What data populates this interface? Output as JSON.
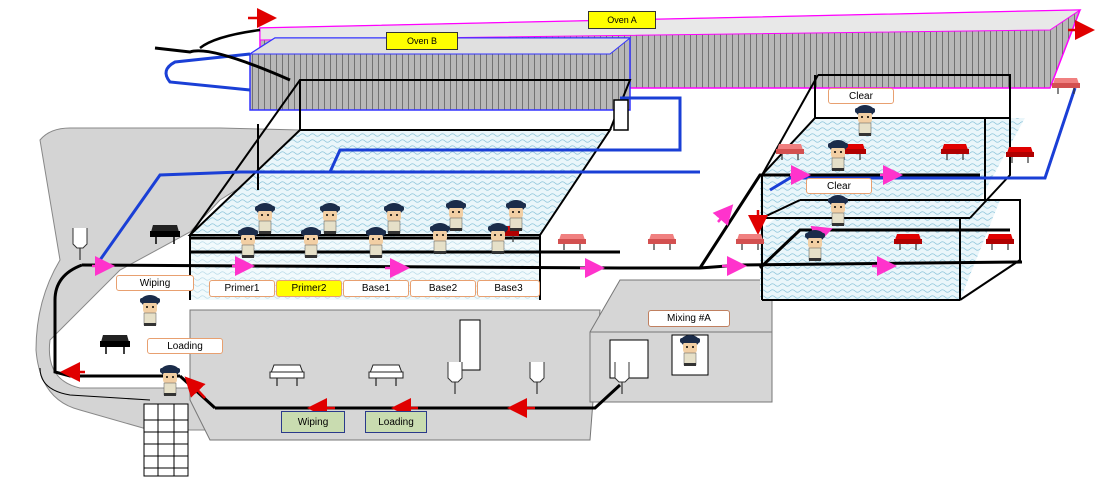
{
  "ovens": {
    "oven_a": "Oven A",
    "oven_b": "Oven B"
  },
  "stations": [
    {
      "label": "Primer1",
      "active": false
    },
    {
      "label": "Primer2",
      "active": true
    },
    {
      "label": "Base1",
      "active": false
    },
    {
      "label": "Base2",
      "active": false
    },
    {
      "label": "Base3",
      "active": false
    }
  ],
  "clear_booths": {
    "upper": "Clear",
    "lower": "Clear"
  },
  "left_area": {
    "wiping": "Wiping",
    "loading": "Loading"
  },
  "bottom_area": {
    "wiping": "Wiping",
    "loading": "Loading"
  },
  "mixing": "Mixing #A",
  "colors": {
    "rail": "#000000",
    "return_line": "#1a3fd6",
    "flow_arrow_magenta": "#ff33cc",
    "flow_arrow_red": "#e00000",
    "highlight": "#ffff00",
    "oven_border_magenta": "#ff00ff",
    "oven_border_blue": "#3333ff",
    "floor": "#d4d4d4",
    "booth_water": "#d8eef5",
    "body_red": "#e00000",
    "body_pink": "#f08080",
    "body_black": "#1a1a1a"
  },
  "icons": [
    "worker-icon",
    "car-body-icon",
    "flow-arrow-icon",
    "hanger-icon",
    "ladder-icon"
  ]
}
